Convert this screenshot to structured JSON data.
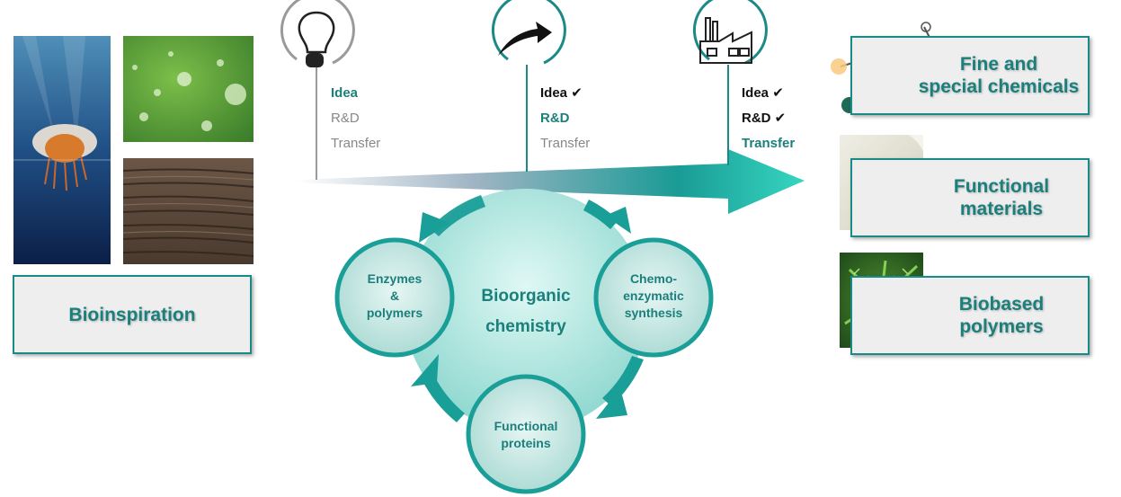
{
  "bioinspiration": {
    "label": "Bioinspiration",
    "images": [
      "jellyfish-image",
      "water-droplets-leaf-image",
      "wood-texture-image"
    ]
  },
  "stages": [
    {
      "icon": "lightbulb-icon",
      "icon_color": "#9a9a9a",
      "items": [
        {
          "text": "Idea",
          "state": "current"
        },
        {
          "text": "R&D",
          "state": "pending"
        },
        {
          "text": "Transfer",
          "state": "pending"
        }
      ]
    },
    {
      "icon": "rising-arrow-icon",
      "icon_color": "#1b8a86",
      "items": [
        {
          "text": "Idea",
          "check": "✔",
          "state": "done"
        },
        {
          "text": "R&D",
          "state": "current"
        },
        {
          "text": "Transfer",
          "state": "pending"
        }
      ]
    },
    {
      "icon": "factory-icon",
      "icon_color": "#1b8a86",
      "items": [
        {
          "text": "Idea",
          "check": "✔",
          "state": "done"
        },
        {
          "text": "R&D",
          "check": "✔",
          "state": "done"
        },
        {
          "text": "Transfer",
          "state": "current"
        }
      ]
    }
  ],
  "cycle": {
    "center": [
      "Bioorganic",
      "chemistry"
    ],
    "nodes": {
      "enzymes": [
        "Enzymes",
        "&",
        "polymers"
      ],
      "chemo": [
        "Chemo-",
        "enzymatic",
        "synthesis"
      ],
      "proteins": [
        "Functional",
        "proteins"
      ]
    }
  },
  "products": [
    {
      "lines": [
        "Fine and",
        "special chemicals"
      ],
      "image": "molecule-structure-icon"
    },
    {
      "lines": [
        "Functional",
        "materials"
      ],
      "image": "droplet-on-fabric-image"
    },
    {
      "lines": [
        "Biobased",
        "polymers"
      ],
      "image": "fern-leaf-image"
    }
  ],
  "colors": {
    "accent": "#1b8a86",
    "text_teal": "#1b7f7c",
    "box_bg": "#eeeeee",
    "pending_text": "#888888"
  }
}
